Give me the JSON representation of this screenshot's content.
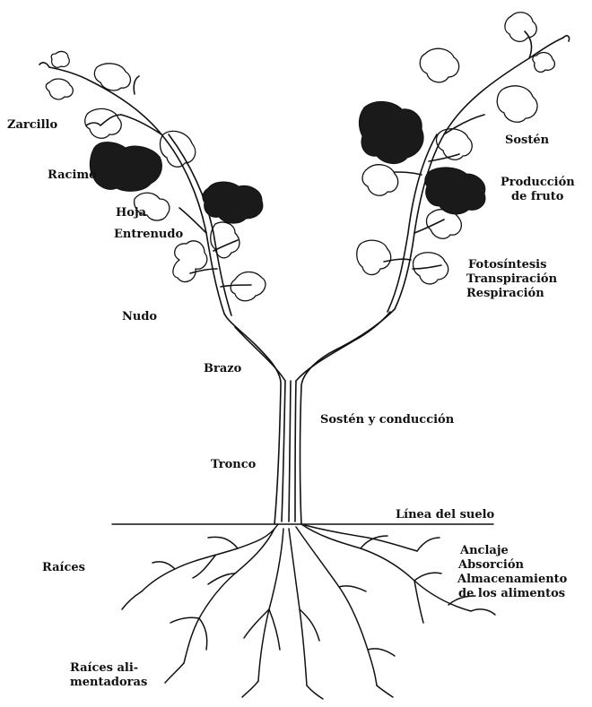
{
  "labels": {
    "zarcillo": "Zarcillo",
    "racimo": "Racimo",
    "hoja": "Hoja",
    "entrenudo": "Entrenudo",
    "nudo": "Nudo",
    "brazo": "Brazo",
    "tronco": "Tronco",
    "raices": "Raíces",
    "raices_alimentadoras": [
      "Raíces ali-",
      "mentadoras"
    ],
    "linea_suelo": "Línea del suelo",
    "sosten": "Sostén",
    "produccion_fruto": [
      "Producción",
      "de fruto"
    ],
    "hoja_funciones": [
      "Fotosíntesis",
      "Transpiración",
      "Respiración"
    ],
    "sosten_conduccion": "Sostén y conducción",
    "raiz_funciones": [
      "Anclaje",
      "Absorción",
      "Almacenamiento",
      "de los alimentos"
    ]
  },
  "colors": {
    "ink": "#111111",
    "leaf_dark": "#1a1a1a",
    "background": "#ffffff"
  }
}
